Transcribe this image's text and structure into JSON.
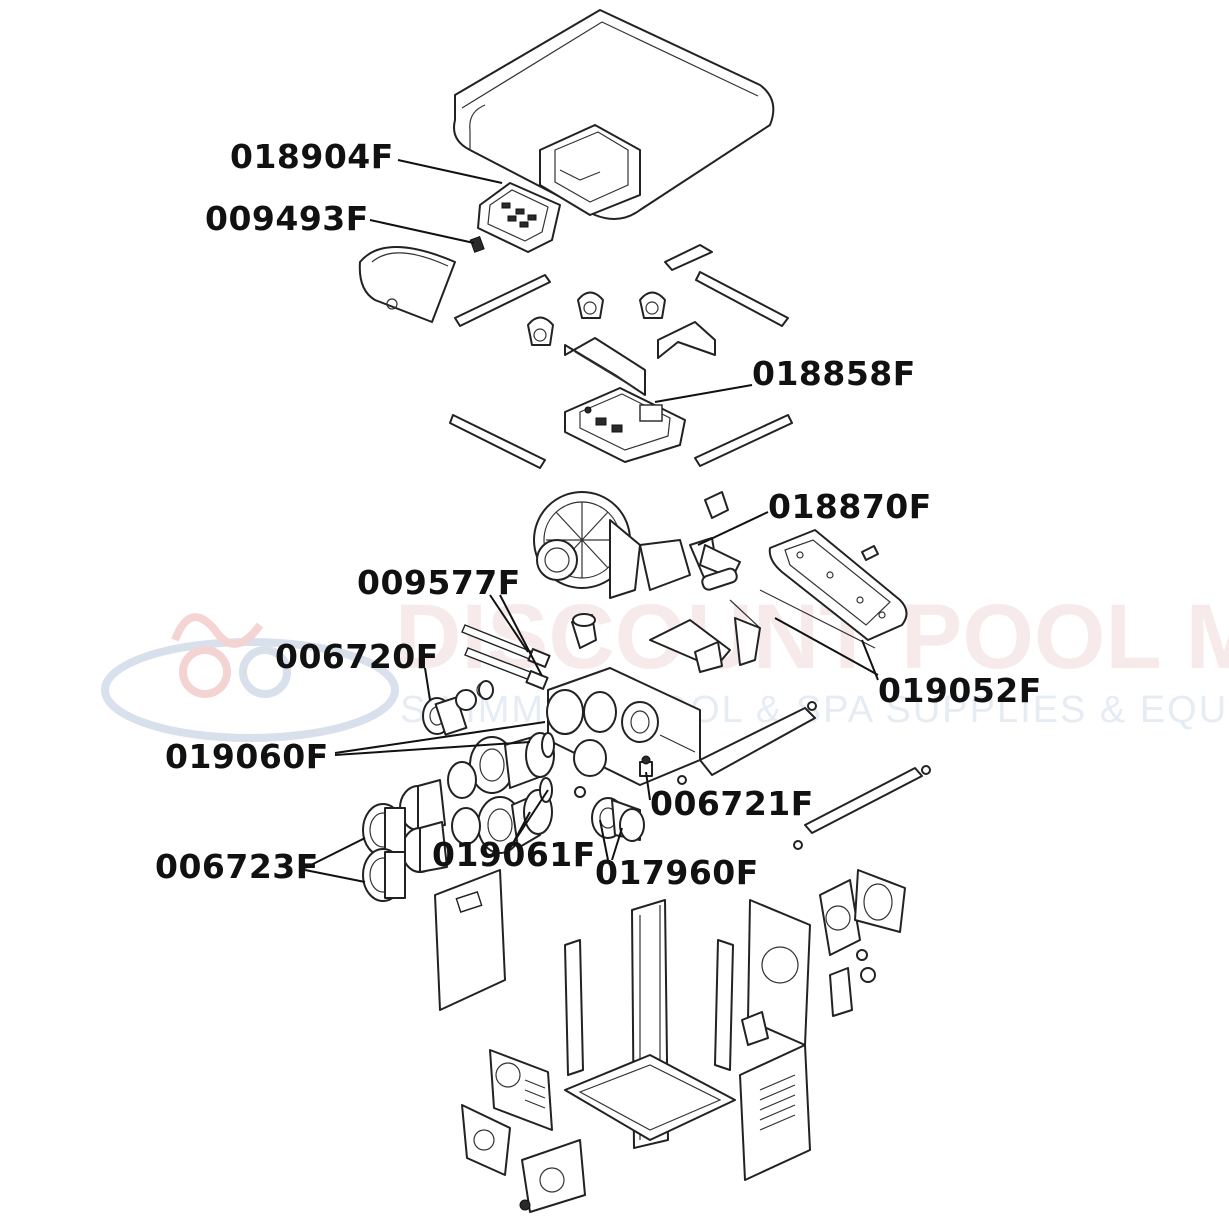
{
  "watermark": {
    "brand": "DISCOUNT POOL MART",
    "tagline": "SWIMMING POOL & SPA SUPPLIES & EQUIPMENT"
  },
  "callouts": [
    {
      "id": "018904F"
    },
    {
      "id": "009493F"
    },
    {
      "id": "018858F"
    },
    {
      "id": "018870F"
    },
    {
      "id": "009577F"
    },
    {
      "id": "006720F"
    },
    {
      "id": "019052F"
    },
    {
      "id": "019060F"
    },
    {
      "id": "006721F"
    },
    {
      "id": "006723F"
    },
    {
      "id": "019061F"
    },
    {
      "id": "017960F"
    }
  ],
  "colors": {
    "line": "#222222",
    "label": "#111111",
    "watermark_red": "#e8a0a0",
    "watermark_blue": "#a9bcd6"
  }
}
